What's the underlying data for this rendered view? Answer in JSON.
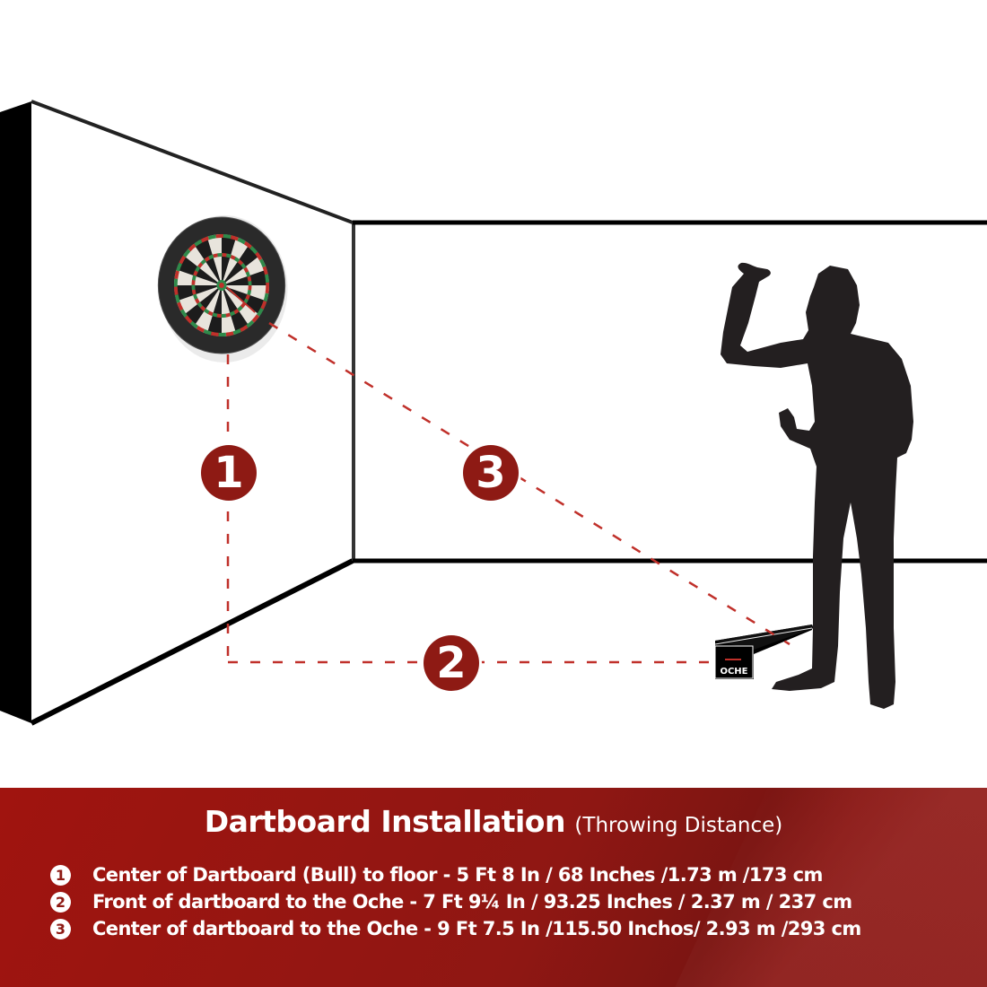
{
  "diagram": {
    "markers": [
      {
        "id": 1,
        "label": "1",
        "meaning": "Center of Dartboard (Bull) to floor"
      },
      {
        "id": 2,
        "label": "2",
        "meaning": "Front of dartboard to the Oche"
      },
      {
        "id": 3,
        "label": "3",
        "meaning": "Center of dartboard to the Oche"
      }
    ],
    "oche_label": "OCHE",
    "colors": {
      "accent_red": "#8e1a14",
      "dash_red": "#c0302a",
      "wall_line": "#111111",
      "silhouette": "#231f20",
      "panel_red": "#9a1510"
    }
  },
  "panel": {
    "title": "Dartboard Installation",
    "subtitle": "(Throwing Distance)",
    "specs": [
      {
        "num": "1",
        "text": "Center of Dartboard (Bull) to floor - 5 Ft 8 In / 68 Inches /1.73 m /173 cm"
      },
      {
        "num": "2",
        "text": "Front of dartboard to the Oche - 7 Ft 9¼ In / 93.25 Inches / 2.37 m / 237 cm"
      },
      {
        "num": "3",
        "text": "Center of dartboard to the Oche - 9 Ft 7.5 In /115.50 Inchos/ 2.93 m /293 cm"
      }
    ]
  }
}
